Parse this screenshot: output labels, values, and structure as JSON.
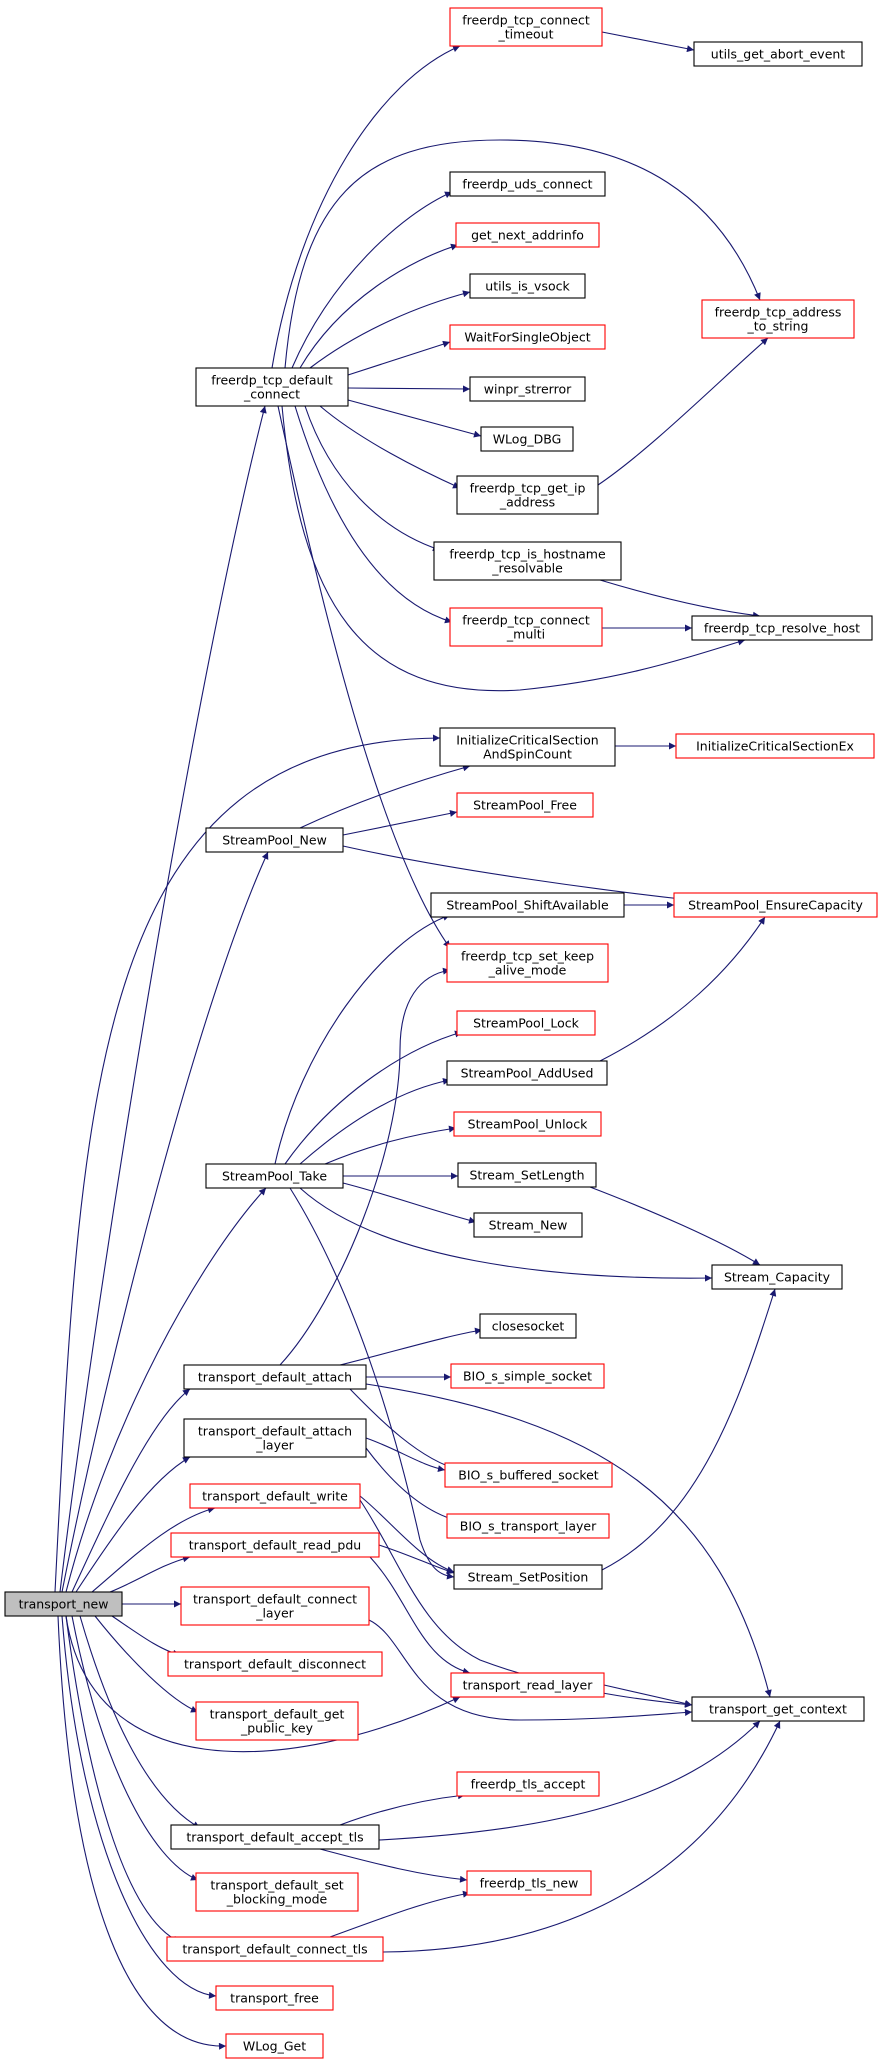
{
  "graph": {
    "root": "transport_new",
    "colors": {
      "edge": "#191970",
      "node_border_default": "#000000",
      "node_border_truncated": "#ff0000",
      "root_fill": "#bfbfbf",
      "node_fill": "#ffffff"
    },
    "nodes": [
      {
        "id": "transport_new",
        "lines": [
          "transport_new"
        ],
        "border": "black",
        "root": true
      },
      {
        "id": "freerdp_tcp_default_connect",
        "lines": [
          "freerdp_tcp_default",
          "_connect"
        ],
        "border": "black"
      },
      {
        "id": "StreamPool_New",
        "lines": [
          "StreamPool_New"
        ],
        "border": "black"
      },
      {
        "id": "StreamPool_Take",
        "lines": [
          "StreamPool_Take"
        ],
        "border": "black"
      },
      {
        "id": "transport_default_attach",
        "lines": [
          "transport_default_attach"
        ],
        "border": "black"
      },
      {
        "id": "transport_default_attach_layer",
        "lines": [
          "transport_default_attach",
          "_layer"
        ],
        "border": "black"
      },
      {
        "id": "transport_default_write",
        "lines": [
          "transport_default_write"
        ],
        "border": "red"
      },
      {
        "id": "transport_default_read_pdu",
        "lines": [
          "transport_default_read_pdu"
        ],
        "border": "red"
      },
      {
        "id": "transport_default_connect_layer",
        "lines": [
          "transport_default_connect",
          "_layer"
        ],
        "border": "red"
      },
      {
        "id": "transport_default_disconnect",
        "lines": [
          "transport_default_disconnect"
        ],
        "border": "red"
      },
      {
        "id": "transport_default_get_public_key",
        "lines": [
          "transport_default_get",
          "_public_key"
        ],
        "border": "red"
      },
      {
        "id": "transport_default_accept_tls",
        "lines": [
          "transport_default_accept_tls"
        ],
        "border": "black"
      },
      {
        "id": "transport_default_set_blocking_mode",
        "lines": [
          "transport_default_set",
          "_blocking_mode"
        ],
        "border": "red"
      },
      {
        "id": "transport_default_connect_tls",
        "lines": [
          "transport_default_connect_tls"
        ],
        "border": "red"
      },
      {
        "id": "transport_free",
        "lines": [
          "transport_free"
        ],
        "border": "red"
      },
      {
        "id": "WLog_Get",
        "lines": [
          "WLog_Get"
        ],
        "border": "red"
      },
      {
        "id": "freerdp_tcp_connect_timeout",
        "lines": [
          "freerdp_tcp_connect",
          "_timeout"
        ],
        "border": "red"
      },
      {
        "id": "freerdp_uds_connect",
        "lines": [
          "freerdp_uds_connect"
        ],
        "border": "black"
      },
      {
        "id": "get_next_addrinfo",
        "lines": [
          "get_next_addrinfo"
        ],
        "border": "red"
      },
      {
        "id": "utils_is_vsock",
        "lines": [
          "utils_is_vsock"
        ],
        "border": "black"
      },
      {
        "id": "WaitForSingleObject",
        "lines": [
          "WaitForSingleObject"
        ],
        "border": "red"
      },
      {
        "id": "winpr_strerror",
        "lines": [
          "winpr_strerror"
        ],
        "border": "black"
      },
      {
        "id": "WLog_DBG",
        "lines": [
          "WLog_DBG"
        ],
        "border": "black"
      },
      {
        "id": "freerdp_tcp_get_ip_address",
        "lines": [
          "freerdp_tcp_get_ip",
          "_address"
        ],
        "border": "black"
      },
      {
        "id": "freerdp_tcp_is_hostname_resolvable",
        "lines": [
          "freerdp_tcp_is_hostname",
          "_resolvable"
        ],
        "border": "black"
      },
      {
        "id": "freerdp_tcp_connect_multi",
        "lines": [
          "freerdp_tcp_connect",
          "_multi"
        ],
        "border": "red"
      },
      {
        "id": "InitializeCriticalSectionAndSpinCount",
        "lines": [
          "InitializeCriticalSection",
          "AndSpinCount"
        ],
        "border": "black"
      },
      {
        "id": "StreamPool_Free",
        "lines": [
          "StreamPool_Free"
        ],
        "border": "red"
      },
      {
        "id": "StreamPool_ShiftAvailable",
        "lines": [
          "StreamPool_ShiftAvailable"
        ],
        "border": "black"
      },
      {
        "id": "freerdp_tcp_set_keep_alive_mode",
        "lines": [
          "freerdp_tcp_set_keep",
          "_alive_mode"
        ],
        "border": "red"
      },
      {
        "id": "StreamPool_Lock",
        "lines": [
          "StreamPool_Lock"
        ],
        "border": "red"
      },
      {
        "id": "StreamPool_AddUsed",
        "lines": [
          "StreamPool_AddUsed"
        ],
        "border": "black"
      },
      {
        "id": "StreamPool_Unlock",
        "lines": [
          "StreamPool_Unlock"
        ],
        "border": "red"
      },
      {
        "id": "Stream_SetLength",
        "lines": [
          "Stream_SetLength"
        ],
        "border": "black"
      },
      {
        "id": "Stream_New",
        "lines": [
          "Stream_New"
        ],
        "border": "black"
      },
      {
        "id": "closesocket",
        "lines": [
          "closesocket"
        ],
        "border": "black"
      },
      {
        "id": "BIO_s_simple_socket",
        "lines": [
          "BIO_s_simple_socket"
        ],
        "border": "red"
      },
      {
        "id": "BIO_s_buffered_socket",
        "lines": [
          "BIO_s_buffered_socket"
        ],
        "border": "red"
      },
      {
        "id": "BIO_s_transport_layer",
        "lines": [
          "BIO_s_transport_layer"
        ],
        "border": "red"
      },
      {
        "id": "Stream_SetPosition",
        "lines": [
          "Stream_SetPosition"
        ],
        "border": "black"
      },
      {
        "id": "transport_read_layer",
        "lines": [
          "transport_read_layer"
        ],
        "border": "red"
      },
      {
        "id": "freerdp_tls_accept",
        "lines": [
          "freerdp_tls_accept"
        ],
        "border": "red"
      },
      {
        "id": "freerdp_tls_new",
        "lines": [
          "freerdp_tls_new"
        ],
        "border": "red"
      },
      {
        "id": "utils_get_abort_event",
        "lines": [
          "utils_get_abort_event"
        ],
        "border": "black"
      },
      {
        "id": "freerdp_tcp_address_to_string",
        "lines": [
          "freerdp_tcp_address",
          "_to_string"
        ],
        "border": "red"
      },
      {
        "id": "freerdp_tcp_resolve_host",
        "lines": [
          "freerdp_tcp_resolve_host"
        ],
        "border": "black"
      },
      {
        "id": "InitializeCriticalSectionEx",
        "lines": [
          "InitializeCriticalSectionEx"
        ],
        "border": "red"
      },
      {
        "id": "StreamPool_EnsureCapacity",
        "lines": [
          "StreamPool_EnsureCapacity"
        ],
        "border": "red"
      },
      {
        "id": "Stream_Capacity",
        "lines": [
          "Stream_Capacity"
        ],
        "border": "black"
      },
      {
        "id": "transport_get_context",
        "lines": [
          "transport_get_context"
        ],
        "border": "black"
      }
    ],
    "edges": [
      [
        "transport_new",
        "freerdp_tcp_default_connect"
      ],
      [
        "transport_new",
        "InitializeCriticalSectionAndSpinCount"
      ],
      [
        "transport_new",
        "StreamPool_New"
      ],
      [
        "transport_new",
        "StreamPool_Take"
      ],
      [
        "transport_new",
        "transport_default_attach"
      ],
      [
        "transport_new",
        "transport_default_attach_layer"
      ],
      [
        "transport_new",
        "transport_default_write"
      ],
      [
        "transport_new",
        "transport_default_read_pdu"
      ],
      [
        "transport_new",
        "transport_default_connect_layer"
      ],
      [
        "transport_new",
        "transport_default_disconnect"
      ],
      [
        "transport_new",
        "transport_default_get_public_key"
      ],
      [
        "transport_new",
        "transport_read_layer"
      ],
      [
        "transport_new",
        "transport_default_accept_tls"
      ],
      [
        "transport_new",
        "transport_default_set_blocking_mode"
      ],
      [
        "transport_new",
        "transport_default_connect_tls"
      ],
      [
        "transport_new",
        "transport_free"
      ],
      [
        "transport_new",
        "WLog_Get"
      ],
      [
        "freerdp_tcp_default_connect",
        "freerdp_tcp_connect_timeout"
      ],
      [
        "freerdp_tcp_default_connect",
        "freerdp_tcp_address_to_string"
      ],
      [
        "freerdp_tcp_default_connect",
        "freerdp_uds_connect"
      ],
      [
        "freerdp_tcp_default_connect",
        "get_next_addrinfo"
      ],
      [
        "freerdp_tcp_default_connect",
        "utils_is_vsock"
      ],
      [
        "freerdp_tcp_default_connect",
        "WaitForSingleObject"
      ],
      [
        "freerdp_tcp_default_connect",
        "winpr_strerror"
      ],
      [
        "freerdp_tcp_default_connect",
        "WLog_DBG"
      ],
      [
        "freerdp_tcp_default_connect",
        "freerdp_tcp_get_ip_address"
      ],
      [
        "freerdp_tcp_default_connect",
        "freerdp_tcp_is_hostname_resolvable"
      ],
      [
        "freerdp_tcp_default_connect",
        "freerdp_tcp_connect_multi"
      ],
      [
        "freerdp_tcp_default_connect",
        "freerdp_tcp_resolve_host"
      ],
      [
        "freerdp_tcp_default_connect",
        "freerdp_tcp_set_keep_alive_mode"
      ],
      [
        "freerdp_tcp_connect_timeout",
        "utils_get_abort_event"
      ],
      [
        "freerdp_tcp_get_ip_address",
        "freerdp_tcp_address_to_string"
      ],
      [
        "freerdp_tcp_is_hostname_resolvable",
        "freerdp_tcp_resolve_host"
      ],
      [
        "freerdp_tcp_connect_multi",
        "freerdp_tcp_resolve_host"
      ],
      [
        "InitializeCriticalSectionAndSpinCount",
        "InitializeCriticalSectionEx"
      ],
      [
        "StreamPool_New",
        "InitializeCriticalSectionAndSpinCount"
      ],
      [
        "StreamPool_New",
        "StreamPool_Free"
      ],
      [
        "StreamPool_New",
        "StreamPool_EnsureCapacity"
      ],
      [
        "StreamPool_ShiftAvailable",
        "StreamPool_EnsureCapacity"
      ],
      [
        "StreamPool_AddUsed",
        "StreamPool_EnsureCapacity"
      ],
      [
        "StreamPool_Take",
        "StreamPool_ShiftAvailable"
      ],
      [
        "StreamPool_Take",
        "StreamPool_Lock"
      ],
      [
        "StreamPool_Take",
        "StreamPool_AddUsed"
      ],
      [
        "StreamPool_Take",
        "StreamPool_Unlock"
      ],
      [
        "StreamPool_Take",
        "Stream_SetLength"
      ],
      [
        "StreamPool_Take",
        "Stream_New"
      ],
      [
        "StreamPool_Take",
        "Stream_Capacity"
      ],
      [
        "StreamPool_Take",
        "Stream_SetPosition"
      ],
      [
        "Stream_SetLength",
        "Stream_Capacity"
      ],
      [
        "Stream_SetPosition",
        "Stream_Capacity"
      ],
      [
        "transport_default_attach",
        "freerdp_tcp_set_keep_alive_mode"
      ],
      [
        "transport_default_attach",
        "closesocket"
      ],
      [
        "transport_default_attach",
        "BIO_s_simple_socket"
      ],
      [
        "transport_default_attach",
        "BIO_s_buffered_socket"
      ],
      [
        "transport_default_attach",
        "transport_get_context"
      ],
      [
        "transport_default_attach_layer",
        "BIO_s_buffered_socket"
      ],
      [
        "transport_default_attach_layer",
        "BIO_s_transport_layer"
      ],
      [
        "transport_default_write",
        "Stream_SetPosition"
      ],
      [
        "transport_default_write",
        "transport_get_context"
      ],
      [
        "transport_default_read_pdu",
        "Stream_SetPosition"
      ],
      [
        "transport_default_read_pdu",
        "transport_read_layer"
      ],
      [
        "transport_default_connect_layer",
        "transport_get_context"
      ],
      [
        "transport_read_layer",
        "transport_get_context"
      ],
      [
        "transport_default_accept_tls",
        "freerdp_tls_accept"
      ],
      [
        "transport_default_accept_tls",
        "freerdp_tls_new"
      ],
      [
        "transport_default_accept_tls",
        "transport_get_context"
      ],
      [
        "transport_default_connect_tls",
        "freerdp_tls_new"
      ],
      [
        "transport_default_connect_tls",
        "transport_get_context"
      ]
    ]
  }
}
